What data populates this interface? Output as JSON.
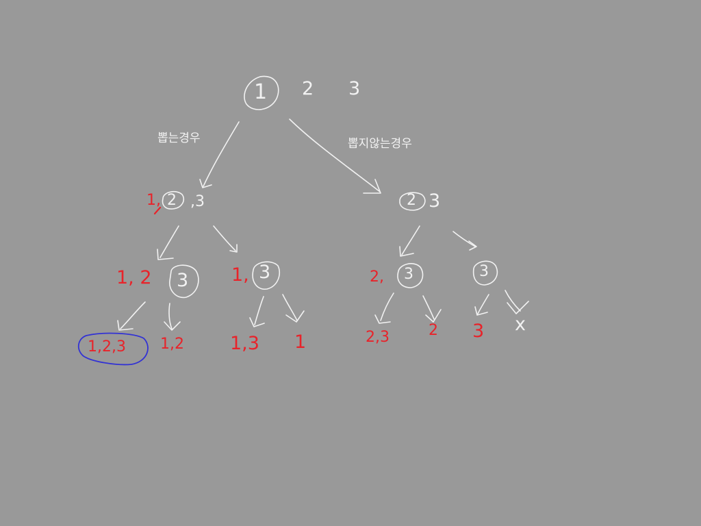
{
  "colors": {
    "background": "#999999",
    "chalk": "#f2f2f2",
    "selected": "#e8232a",
    "highlight": "#3232d4"
  },
  "root": {
    "current": "1",
    "rest_a": "2",
    "rest_b": "3"
  },
  "branches": {
    "pick_label": "뽑는경우",
    "skip_label": "뽑지않는경우"
  },
  "level1": {
    "left": {
      "picked": "1,",
      "current": "2",
      "rest": ",3"
    },
    "right": {
      "current": "2",
      "rest": "3"
    }
  },
  "level2": {
    "ll": {
      "picked": "1, 2",
      "current": "3"
    },
    "lr": {
      "picked": "1,",
      "current": "3"
    },
    "rl": {
      "picked": "2,",
      "current": "3"
    },
    "rr": {
      "current": "3"
    }
  },
  "leaves": {
    "a": "1,2,3",
    "b": "1,2",
    "c": "1,3",
    "d": "1",
    "e": "2,3",
    "f": "2",
    "g": "3",
    "h": "x"
  }
}
